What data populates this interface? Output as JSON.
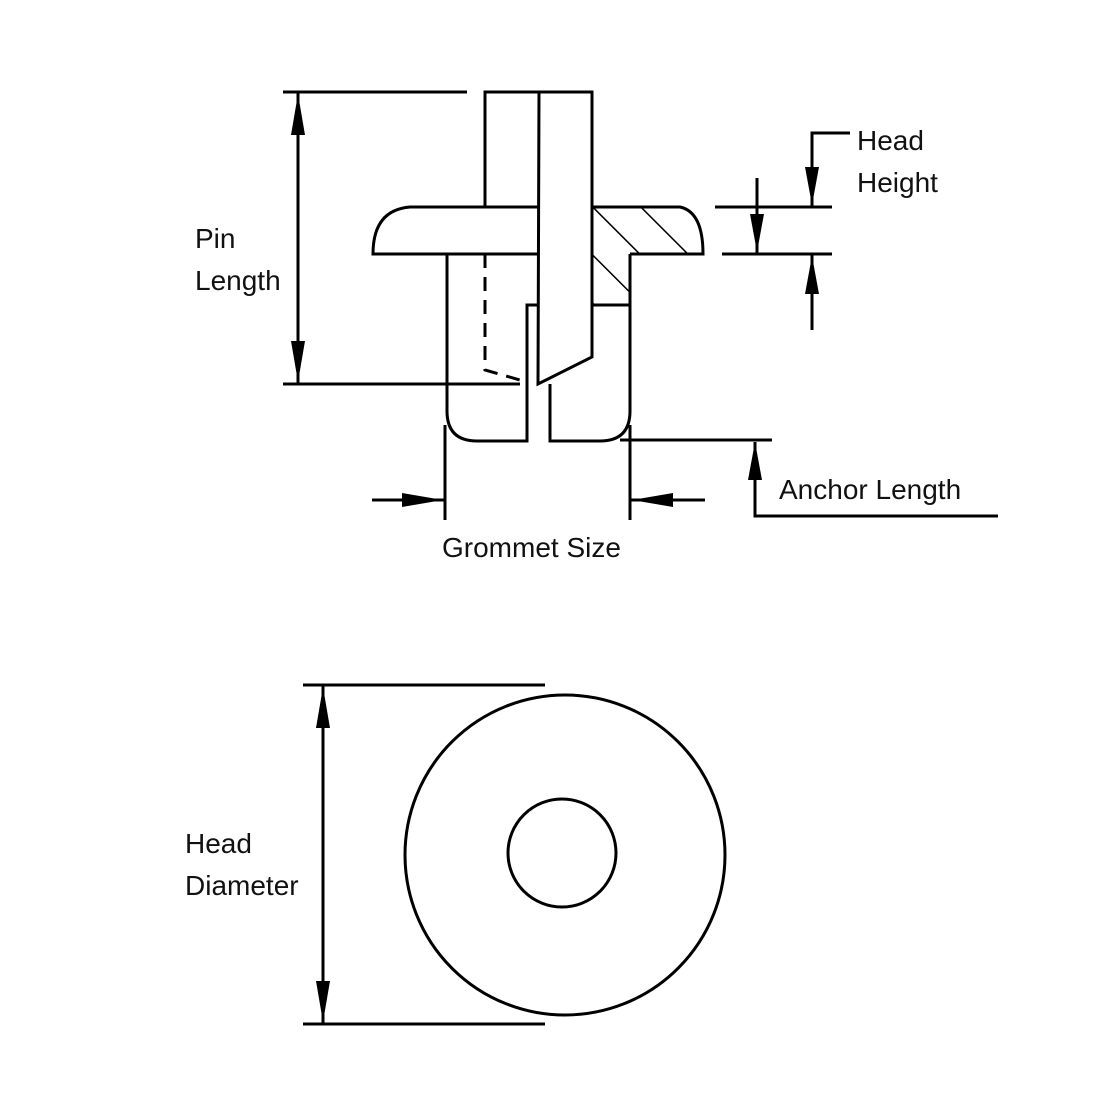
{
  "labels": {
    "pin_length": [
      "Pin",
      "Length"
    ],
    "head_height": [
      "Head",
      "Height"
    ],
    "anchor_length": "Anchor Length",
    "grommet_size": "Grommet Size",
    "head_diameter": [
      "Head",
      "Diameter"
    ]
  },
  "colors": {
    "line": "#000000",
    "background": "#ffffff"
  }
}
